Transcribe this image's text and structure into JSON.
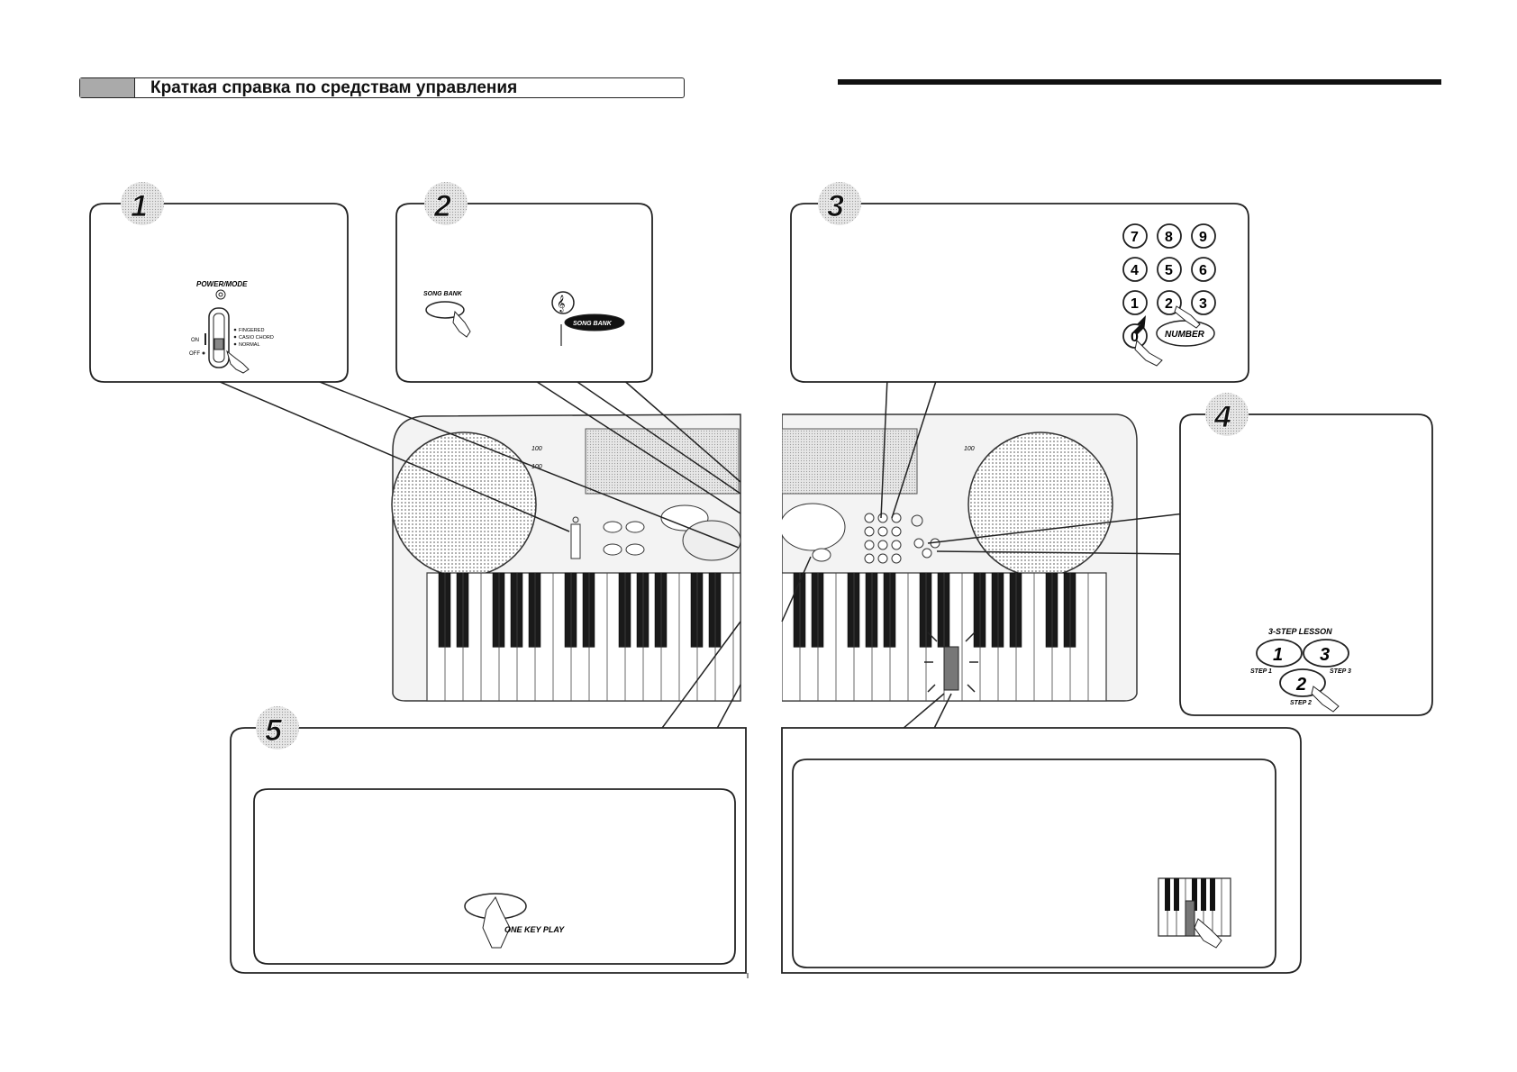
{
  "header": {
    "title": "Краткая справка по средствам управления"
  },
  "steps": [
    "1",
    "2",
    "3",
    "4",
    "5"
  ],
  "step1": {
    "power_mode": "POWER/MODE",
    "on": "ON",
    "off": "OFF",
    "options": [
      "FINGERED",
      "CASIO CHORD",
      "NORMAL"
    ]
  },
  "step2": {
    "song_bank": "SONG BANK",
    "song_bank_display": "SONG BANK"
  },
  "step3": {
    "keys": [
      "7",
      "8",
      "9",
      "4",
      "5",
      "6",
      "1",
      "2",
      "3",
      "0"
    ],
    "number": "NUMBER"
  },
  "step4": {
    "lesson_title": "3-STEP LESSON",
    "btn1": "1",
    "btn2": "2",
    "btn3": "3",
    "step1": "STEP 1",
    "step2": "STEP 2",
    "step3": "STEP 3"
  },
  "step5": {
    "one_key_play": "ONE KEY PLAY"
  }
}
